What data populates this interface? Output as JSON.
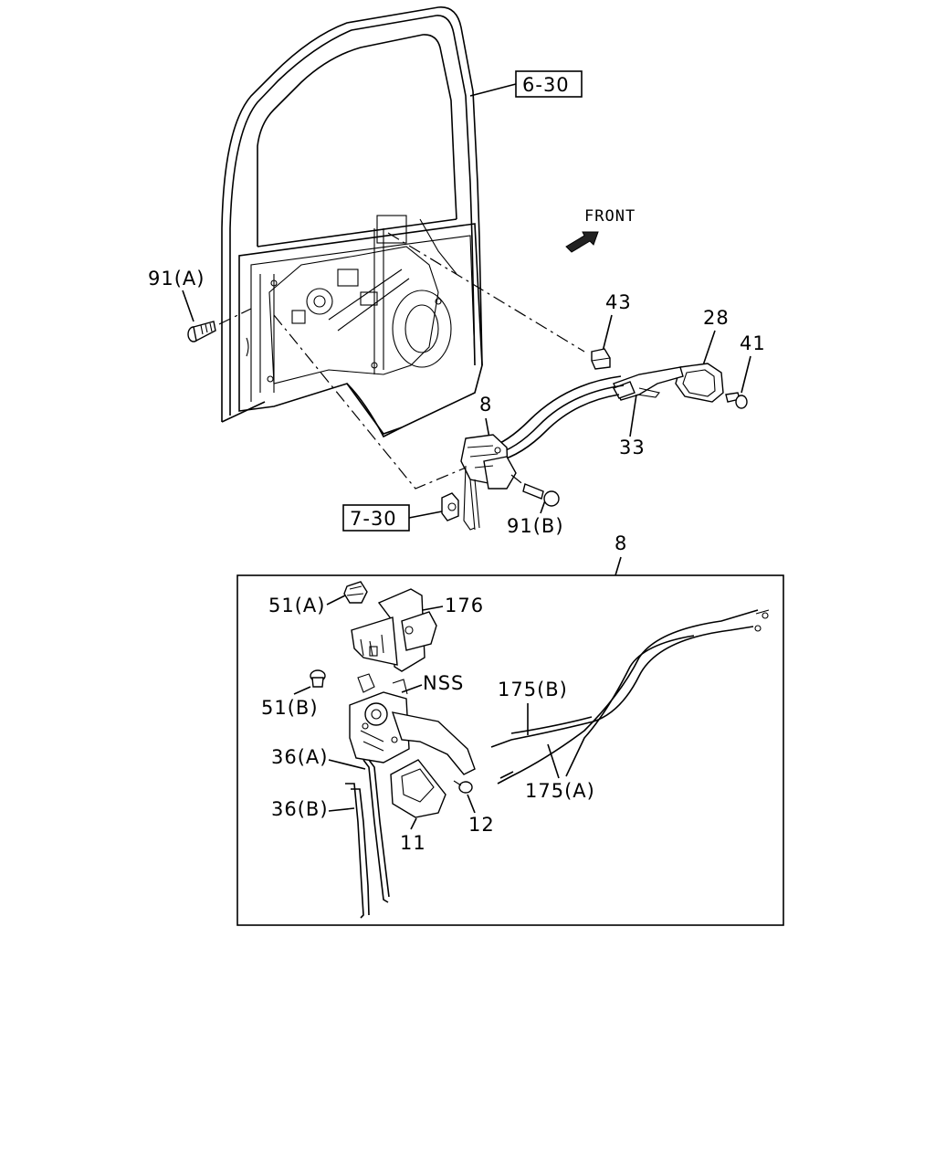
{
  "colors": {
    "line": "#000000",
    "background": "#ffffff"
  },
  "front_label": "FRONT",
  "ref_boxes": {
    "door_ref": "6-30",
    "hinge_ref": "7-30"
  },
  "callouts": {
    "c91a": "91(A)",
    "c43": "43",
    "c28": "28",
    "c41": "41",
    "c8_top": "8",
    "c33": "33",
    "c91b": "91(B)",
    "c8_box": "8",
    "c51a": "51(A)",
    "c176": "176",
    "c51b": "51(B)",
    "cnss": "NSS",
    "c175b": "175(B)",
    "c175a": "175(A)",
    "c36a": "36(A)",
    "c36b": "36(B)",
    "c12": "12",
    "c11": "11"
  }
}
